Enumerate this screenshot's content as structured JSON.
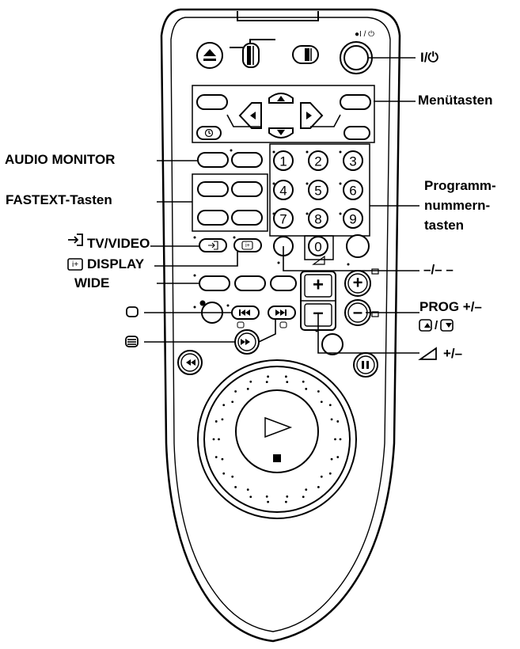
{
  "remote": {
    "labels": {
      "power": "I/⏻",
      "menu_keys": "Menütasten",
      "audio_monitor": "AUDIO MONITOR",
      "fastext": "FASTEXT-Tasten",
      "programm_1": "Programm-",
      "programm_2": "nummern-",
      "programm_3": "tasten",
      "tv_video": "TV/VIDEO",
      "display": "DISPLAY",
      "wide": "WIDE",
      "dash": "–/– –",
      "prog": "PROG +/–",
      "volume": "+/–"
    },
    "numeric_keys": [
      "1",
      "2",
      "3",
      "4",
      "5",
      "6",
      "7",
      "8",
      "9",
      "0"
    ],
    "vol_plus": "+",
    "vol_minus": "–",
    "prog_plus": "+",
    "prog_minus": "–",
    "icons": [
      "eject-icon",
      "power-icon",
      "arrow-up-icon",
      "arrow-down-icon",
      "arrow-left-icon",
      "arrow-right-icon",
      "timer-icon",
      "input-select-icon",
      "display-icon",
      "prev-icon",
      "next-icon",
      "rewind-icon",
      "fast-forward-icon",
      "pause-icon",
      "play-icon",
      "stop-icon",
      "teletext-icon",
      "tv-icon",
      "volume-icon"
    ]
  }
}
